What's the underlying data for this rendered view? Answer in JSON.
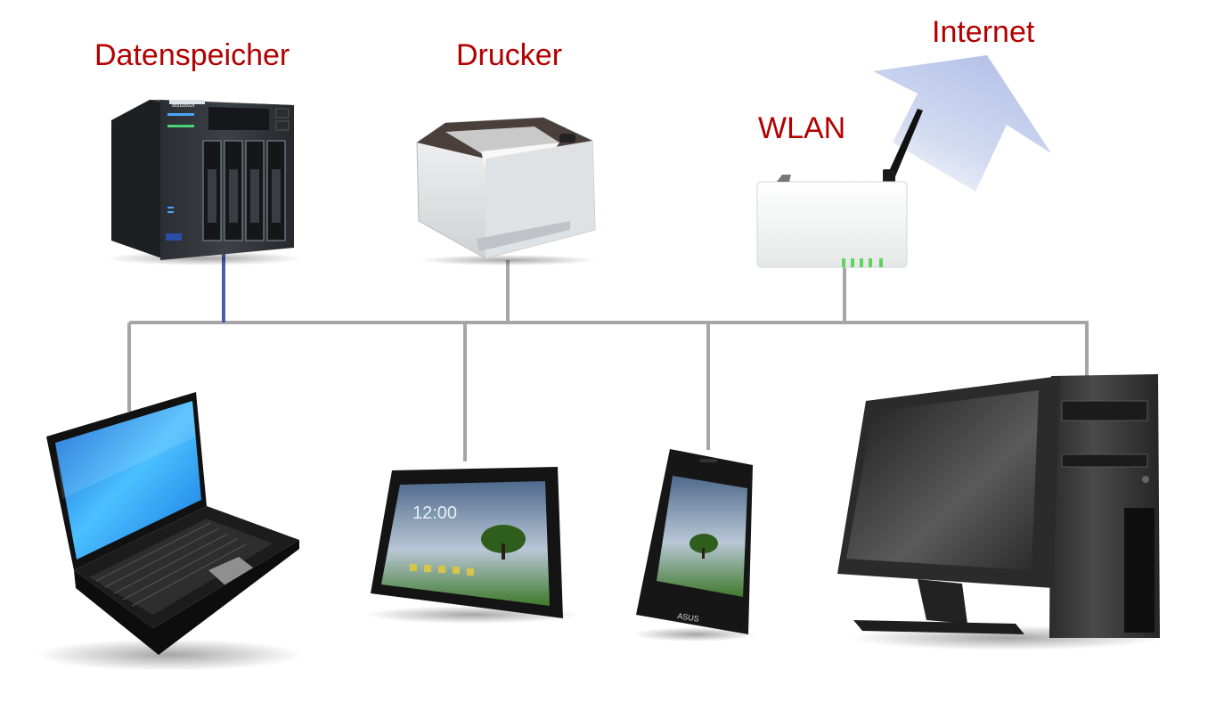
{
  "labels": {
    "storage": "Datenspeicher",
    "printer": "Drucker",
    "wlan": "WLAN",
    "internet": "Internet"
  },
  "device_brands": {
    "nas": "asustor",
    "phone": "ASUS"
  },
  "tablet_clock": "12:00",
  "colors": {
    "label_text": "#b30000",
    "network_line": "#a6a6a6",
    "cable_blue": "#4a5faa",
    "internet_arrow": "#aebde6",
    "router_led": "#5fd35f"
  },
  "icons": [
    "nas-icon",
    "printer-icon",
    "router-icon",
    "internet-arrow-icon",
    "laptop-icon",
    "tablet-icon",
    "smartphone-icon",
    "desktop-pc-icon"
  ]
}
